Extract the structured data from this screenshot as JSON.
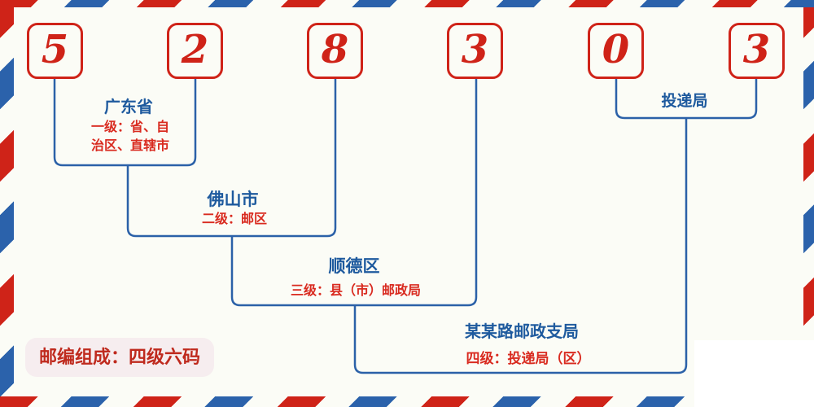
{
  "diagram": {
    "title_hint": "Chinese postal code structure diagram",
    "postal_code": "528303",
    "digits": [
      "5",
      "2",
      "8",
      "3",
      "0",
      "3"
    ],
    "levels": [
      {
        "name": "广东省",
        "desc": "一级：省、自\n治区、直辖市"
      },
      {
        "name": "佛山市",
        "desc": "二级：邮区"
      },
      {
        "name": "顺德区",
        "desc": "三级：县（市）邮政局"
      },
      {
        "name": "投递局",
        "desc": ""
      },
      {
        "name": "某某路邮政支局",
        "desc": "四级：投递局（区）"
      }
    ],
    "badge": "邮编组成：四级六码"
  },
  "colors": {
    "background": "#fbfcf6",
    "box_red": "#cf2318",
    "stripe_red": "#cf2318",
    "stripe_blue": "#2b62ab",
    "line_blue": "#2b61a8",
    "text_blue": "#1e5a9e",
    "text_red": "#d92b20",
    "badge_bg": "#f6edef",
    "badge_text": "#bf2a1e",
    "patch_white": "#ffffff"
  }
}
